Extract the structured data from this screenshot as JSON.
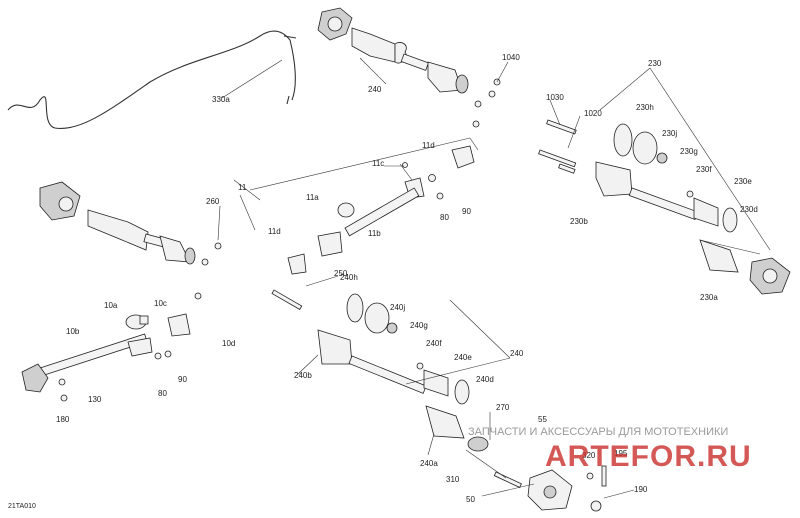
{
  "diagram": {
    "code": "21TA010",
    "labels": [
      "330a",
      "240",
      "1040",
      "1030",
      "1020",
      "230",
      "230h",
      "230j",
      "230g",
      "230f",
      "230e",
      "230d",
      "230b",
      "230a",
      "11",
      "11c",
      "11d",
      "11a",
      "11b",
      "80",
      "90",
      "260",
      "11d",
      "250",
      "10a",
      "10c",
      "10b",
      "10d",
      "90",
      "80",
      "130",
      "180",
      "240h",
      "240j",
      "240g",
      "240f",
      "240e",
      "240d",
      "240b",
      "240",
      "240a",
      "270",
      "55",
      "310",
      "320",
      "195",
      "190",
      "50"
    ]
  },
  "watermark": {
    "text": "ЗАПЧАСТИ И АКСЕССУАРЫ ДЛЯ МОТОТЕХНИКИ",
    "logo": "ARTEFOR.RU"
  }
}
